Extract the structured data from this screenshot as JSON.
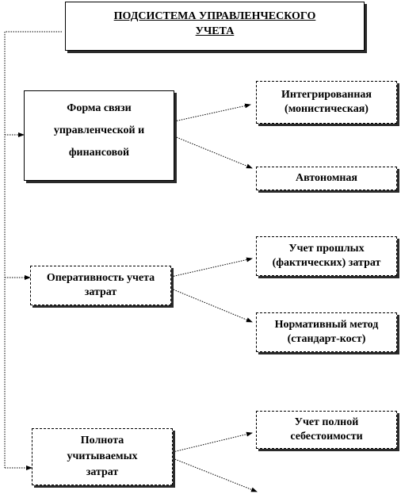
{
  "diagram": {
    "root": {
      "title_line1": "ПОДСИСТЕМА УПРАВЛЕНЧЕСКОГО",
      "title_line2": "УЧЕТА"
    },
    "groups": [
      {
        "label_lines": [
          "Форма связи",
          "управленческой и",
          "финансовой"
        ],
        "children": [
          "Интегрированная (монистическая)",
          "Автономная"
        ]
      },
      {
        "label": "Оперативность учета затрат",
        "children": [
          "Учет прошлых (фактических) затрат",
          "Нормативный метод (стандарт-кост)"
        ]
      },
      {
        "label": "Полнота учитываемых затрат",
        "children": [
          "Учет полной себестоимости"
        ]
      }
    ],
    "colors": {
      "line": "#000000",
      "shadow": "#2a2a2a"
    }
  }
}
